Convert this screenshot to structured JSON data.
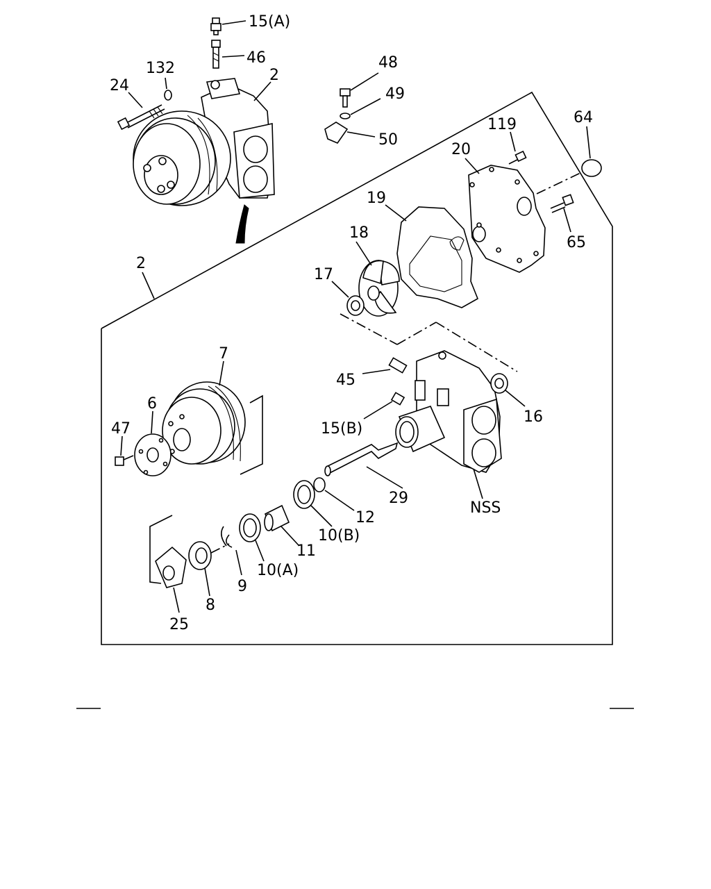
{
  "labels": {
    "l15a": "15(A)",
    "l46": "46",
    "l132": "132",
    "l24": "24",
    "l2top": "2",
    "l48": "48",
    "l49": "49",
    "l50": "50",
    "l64": "64",
    "l119": "119",
    "l20": "20",
    "l19": "19",
    "l65": "65",
    "l18": "18",
    "l17": "17",
    "l2": "2",
    "l7": "7",
    "l6": "6",
    "l47": "47",
    "l45": "45",
    "l15b": "15(B)",
    "l16": "16",
    "l29": "29",
    "lnss": "NSS",
    "l12": "12",
    "l10b": "10(B)",
    "l11": "11",
    "l10a": "10(A)",
    "l9": "9",
    "l8": "8",
    "l25": "25"
  }
}
